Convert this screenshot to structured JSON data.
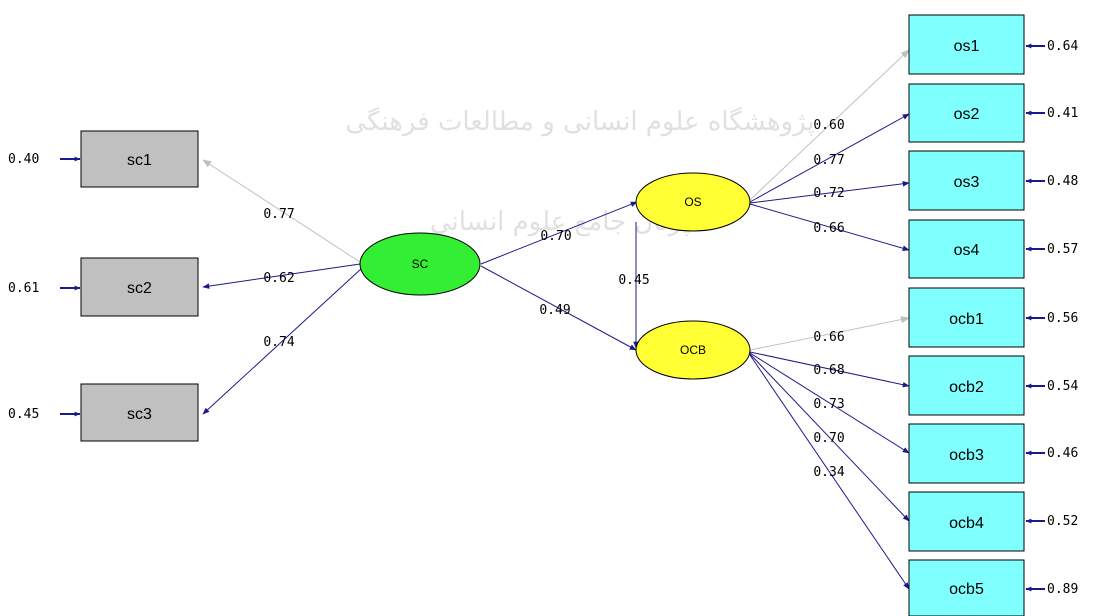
{
  "watermark": {
    "line1": "پژوهشگاه علوم انسانی و مطالعات فرهنگی",
    "line2": "پرتال جامع علوم انسانی"
  },
  "colors": {
    "observed_gray": "#c0c0c0",
    "observed_cyan": "#80ffff",
    "latent_green": "#33ee33",
    "latent_yellow": "#ffff33",
    "path": "#1a1a8c",
    "path_fixed": "#c0c0c0"
  },
  "latent": {
    "sc": "SC",
    "os": "OS",
    "ocb": "OCB"
  },
  "observed": {
    "sc1": {
      "label": "sc1",
      "error": "0.40"
    },
    "sc2": {
      "label": "sc2",
      "error": "0.61"
    },
    "sc3": {
      "label": "sc3",
      "error": "0.45"
    },
    "os1": {
      "label": "os1",
      "error": "0.64"
    },
    "os2": {
      "label": "os2",
      "error": "0.41"
    },
    "os3": {
      "label": "os3",
      "error": "0.48"
    },
    "os4": {
      "label": "os4",
      "error": "0.57"
    },
    "ocb1": {
      "label": "ocb1",
      "error": "0.56"
    },
    "ocb2": {
      "label": "ocb2",
      "error": "0.54"
    },
    "ocb3": {
      "label": "ocb3",
      "error": "0.46"
    },
    "ocb4": {
      "label": "ocb4",
      "error": "0.52"
    },
    "ocb5": {
      "label": "ocb5",
      "error": "0.89"
    }
  },
  "loadings": {
    "sc_sc1": "0.77",
    "sc_sc2": "0.62",
    "sc_sc3": "0.74",
    "os_os1": "0.60",
    "os_os2": "0.77",
    "os_os3": "0.72",
    "os_os4": "0.66",
    "ocb_ocb1": "0.66",
    "ocb_ocb2": "0.68",
    "ocb_ocb3": "0.73",
    "ocb_ocb4": "0.70",
    "ocb_ocb5": "0.34"
  },
  "structural": {
    "sc_os": "0.70",
    "sc_ocb": "0.49",
    "os_ocb": "0.45"
  }
}
